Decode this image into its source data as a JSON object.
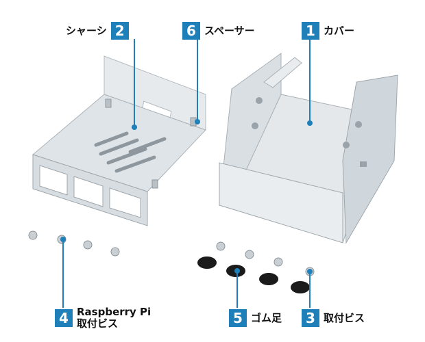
{
  "colors": {
    "accent": "#1f7fb8",
    "metal_light": "#dde3e7",
    "metal_mid": "#c5cdd3",
    "metal_dark": "#9aa4ab",
    "rubber": "#1b1b1b"
  },
  "icons": {
    "leader_dot": "circle-dot-icon"
  },
  "callouts": [
    {
      "number": "2",
      "label": "シャーシ"
    },
    {
      "number": "6",
      "label": "スペーサー"
    },
    {
      "number": "1",
      "label": "カバー"
    },
    {
      "number": "4",
      "label": "Raspberry Pi",
      "label2": "取付ビス"
    },
    {
      "number": "5",
      "label": "ゴム足"
    },
    {
      "number": "3",
      "label": "取付ビス"
    }
  ]
}
